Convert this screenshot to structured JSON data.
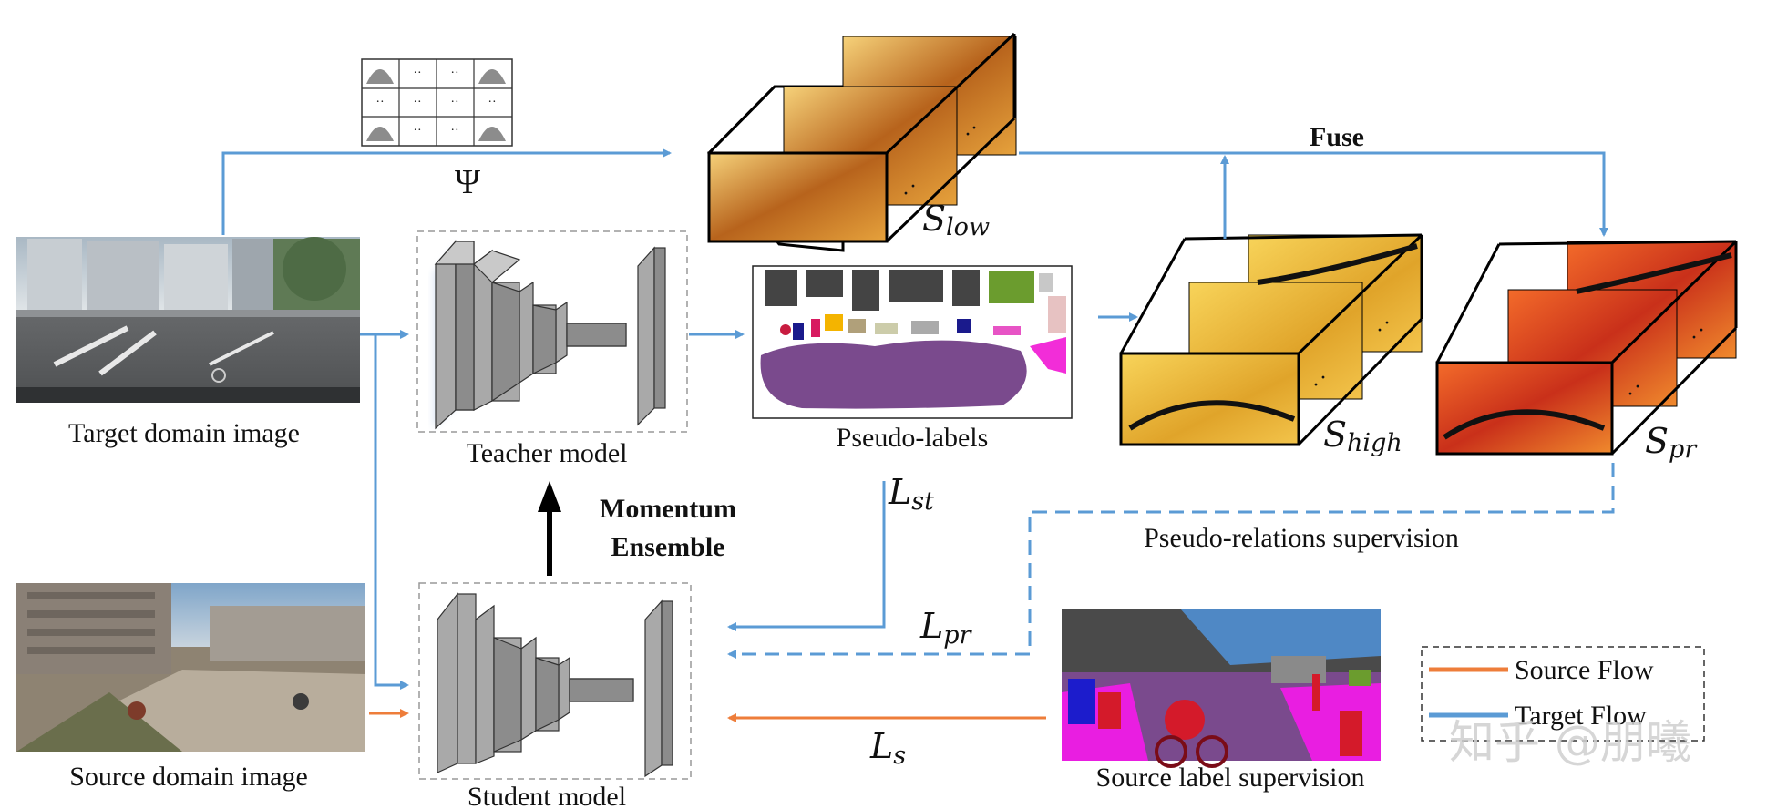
{
  "labels": {
    "target_image": "Target domain image",
    "source_image": "Source domain image",
    "teacher_model": "Teacher model",
    "student_model": "Student model",
    "pseudo_labels": "Pseudo-labels",
    "momentum_line1": "Momentum",
    "momentum_line2": "Ensemble",
    "fuse": "Fuse",
    "pseudo_relations": "Pseudo-relations supervision",
    "source_label": "Source label supervision",
    "psi": "Ψ"
  },
  "math": {
    "s_low_base": "S",
    "s_low_sub": "low",
    "s_high_base": "S",
    "s_high_sub": "high",
    "s_pr_base": "S",
    "s_pr_sub": "pr",
    "l_st_base": "L",
    "l_st_sub": "st",
    "l_pr_base": "L",
    "l_pr_sub": "pr",
    "l_s_base": "L",
    "l_s_sub": "s"
  },
  "kernel_grid": {
    "cells": [
      "",
      "··",
      "··",
      "",
      "··",
      "··",
      "··",
      "··",
      "",
      "··",
      "··",
      ""
    ]
  },
  "legend": {
    "items": [
      {
        "label": "Source Flow",
        "color": "#ee7d3a"
      },
      {
        "label": "Target Flow",
        "color": "#5b9bd5"
      }
    ]
  },
  "watermark": "知乎 @朋曦",
  "colors": {
    "target_flow": "#5b9bd5",
    "source_flow": "#ee7d3a"
  }
}
